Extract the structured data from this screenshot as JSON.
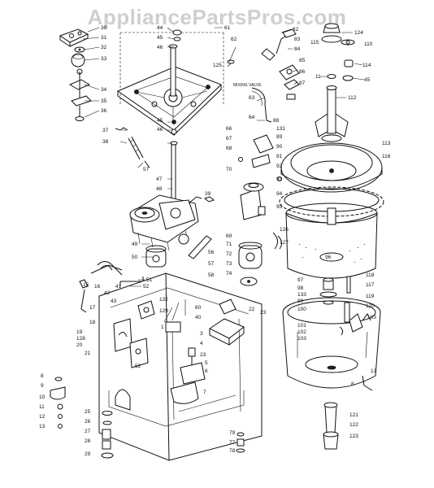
{
  "watermark": "AppliancePartsPros.com",
  "inline_label": "MIXING VALVE",
  "callouts": [
    {
      "id": "c1",
      "text": "30"
    },
    {
      "id": "c2",
      "text": "31"
    },
    {
      "id": "c3",
      "text": "32"
    },
    {
      "id": "c4",
      "text": "33"
    },
    {
      "id": "c5",
      "text": "34"
    },
    {
      "id": "c6",
      "text": "35"
    },
    {
      "id": "c7",
      "text": "36"
    },
    {
      "id": "c8",
      "text": "37"
    },
    {
      "id": "c9",
      "text": "38"
    },
    {
      "id": "c10",
      "text": "44"
    },
    {
      "id": "c11",
      "text": "45"
    },
    {
      "id": "c12",
      "text": "46"
    },
    {
      "id": "c13",
      "text": "61"
    },
    {
      "id": "c14",
      "text": "62"
    },
    {
      "id": "c15",
      "text": "125"
    },
    {
      "id": "c16",
      "text": "45"
    },
    {
      "id": "c17",
      "text": "46"
    },
    {
      "id": "c18",
      "text": "57"
    },
    {
      "id": "c19",
      "text": "47"
    },
    {
      "id": "c20",
      "text": "48"
    },
    {
      "id": "c21",
      "text": "49"
    },
    {
      "id": "c22",
      "text": "50"
    },
    {
      "id": "c23",
      "text": "51"
    },
    {
      "id": "c24",
      "text": "52"
    },
    {
      "id": "c25",
      "text": "82"
    },
    {
      "id": "c26",
      "text": "83"
    },
    {
      "id": "c27",
      "text": "84"
    },
    {
      "id": "c28",
      "text": "85"
    },
    {
      "id": "c29",
      "text": "86"
    },
    {
      "id": "c30",
      "text": "87"
    },
    {
      "id": "c31",
      "text": "63"
    },
    {
      "id": "c32",
      "text": "64"
    },
    {
      "id": "c33",
      "text": "124"
    },
    {
      "id": "c34",
      "text": "110"
    },
    {
      "id": "c35",
      "text": "115"
    },
    {
      "id": "c36",
      "text": "114"
    },
    {
      "id": "c37",
      "text": "11"
    },
    {
      "id": "c38",
      "text": "45"
    },
    {
      "id": "c39",
      "text": "112"
    },
    {
      "id": "c40",
      "text": "88"
    },
    {
      "id": "c41",
      "text": "131"
    },
    {
      "id": "c42",
      "text": "89"
    },
    {
      "id": "c43",
      "text": "90"
    },
    {
      "id": "c44",
      "text": "91"
    },
    {
      "id": "c45",
      "text": "92"
    },
    {
      "id": "c46",
      "text": "66"
    },
    {
      "id": "c47",
      "text": "67"
    },
    {
      "id": "c48",
      "text": "68"
    },
    {
      "id": "c49",
      "text": "70"
    },
    {
      "id": "c50",
      "text": "93"
    },
    {
      "id": "c51",
      "text": "94"
    },
    {
      "id": "c52",
      "text": "95"
    },
    {
      "id": "c53",
      "text": "113"
    },
    {
      "id": "c54",
      "text": "116"
    },
    {
      "id": "c55",
      "text": "39"
    },
    {
      "id": "c56",
      "text": "69"
    },
    {
      "id": "c57",
      "text": "71"
    },
    {
      "id": "c58",
      "text": "72"
    },
    {
      "id": "c59",
      "text": "73"
    },
    {
      "id": "c60",
      "text": "74"
    },
    {
      "id": "c61",
      "text": "56"
    },
    {
      "id": "c62",
      "text": "57"
    },
    {
      "id": "c63",
      "text": "58"
    },
    {
      "id": "c64",
      "text": "126"
    },
    {
      "id": "c65",
      "text": "127"
    },
    {
      "id": "c66",
      "text": "96"
    },
    {
      "id": "c67",
      "text": "97"
    },
    {
      "id": "c68",
      "text": "98"
    },
    {
      "id": "c69",
      "text": "133"
    },
    {
      "id": "c70",
      "text": "99"
    },
    {
      "id": "c71",
      "text": "100"
    },
    {
      "id": "c72",
      "text": "118"
    },
    {
      "id": "c73",
      "text": "117"
    },
    {
      "id": "c74",
      "text": "119"
    },
    {
      "id": "c75",
      "text": "120"
    },
    {
      "id": "c76",
      "text": "103"
    },
    {
      "id": "c77",
      "text": "101"
    },
    {
      "id": "c78",
      "text": "102"
    },
    {
      "id": "c79",
      "text": "103"
    },
    {
      "id": "c80",
      "text": "15"
    },
    {
      "id": "c81",
      "text": "16"
    },
    {
      "id": "c82",
      "text": "41"
    },
    {
      "id": "c83",
      "text": "42"
    },
    {
      "id": "c84",
      "text": "43"
    },
    {
      "id": "c85",
      "text": "17"
    },
    {
      "id": "c86",
      "text": "18"
    },
    {
      "id": "c87",
      "text": "19"
    },
    {
      "id": "c88",
      "text": "128"
    },
    {
      "id": "c89",
      "text": "20"
    },
    {
      "id": "c90",
      "text": "132"
    },
    {
      "id": "c91",
      "text": "129"
    },
    {
      "id": "c92",
      "text": "60"
    },
    {
      "id": "c93",
      "text": "40"
    },
    {
      "id": "c94",
      "text": "1"
    },
    {
      "id": "c95",
      "text": "3"
    },
    {
      "id": "c96",
      "text": "4"
    },
    {
      "id": "c97",
      "text": "23"
    },
    {
      "id": "c98",
      "text": "22"
    },
    {
      "id": "c99",
      "text": "23"
    },
    {
      "id": "c100",
      "text": "5"
    },
    {
      "id": "c101",
      "text": "6"
    },
    {
      "id": "c102",
      "text": "7"
    },
    {
      "id": "c103",
      "text": "52"
    },
    {
      "id": "c104",
      "text": "21"
    },
    {
      "id": "c105",
      "text": "8"
    },
    {
      "id": "c106",
      "text": "9"
    },
    {
      "id": "c107",
      "text": "10"
    },
    {
      "id": "c108",
      "text": "11"
    },
    {
      "id": "c109",
      "text": "12"
    },
    {
      "id": "c110",
      "text": "13"
    },
    {
      "id": "c111",
      "text": "25"
    },
    {
      "id": "c112",
      "text": "26"
    },
    {
      "id": "c113",
      "text": "27"
    },
    {
      "id": "c114",
      "text": "28"
    },
    {
      "id": "c115",
      "text": "29"
    },
    {
      "id": "c116",
      "text": "79"
    },
    {
      "id": "c117",
      "text": "77"
    },
    {
      "id": "c118",
      "text": "78"
    },
    {
      "id": "c119",
      "text": "8"
    },
    {
      "id": "c120",
      "text": "121"
    },
    {
      "id": "c121",
      "text": "122"
    },
    {
      "id": "c122",
      "text": "123"
    },
    {
      "id": "c123",
      "text": "13"
    }
  ]
}
